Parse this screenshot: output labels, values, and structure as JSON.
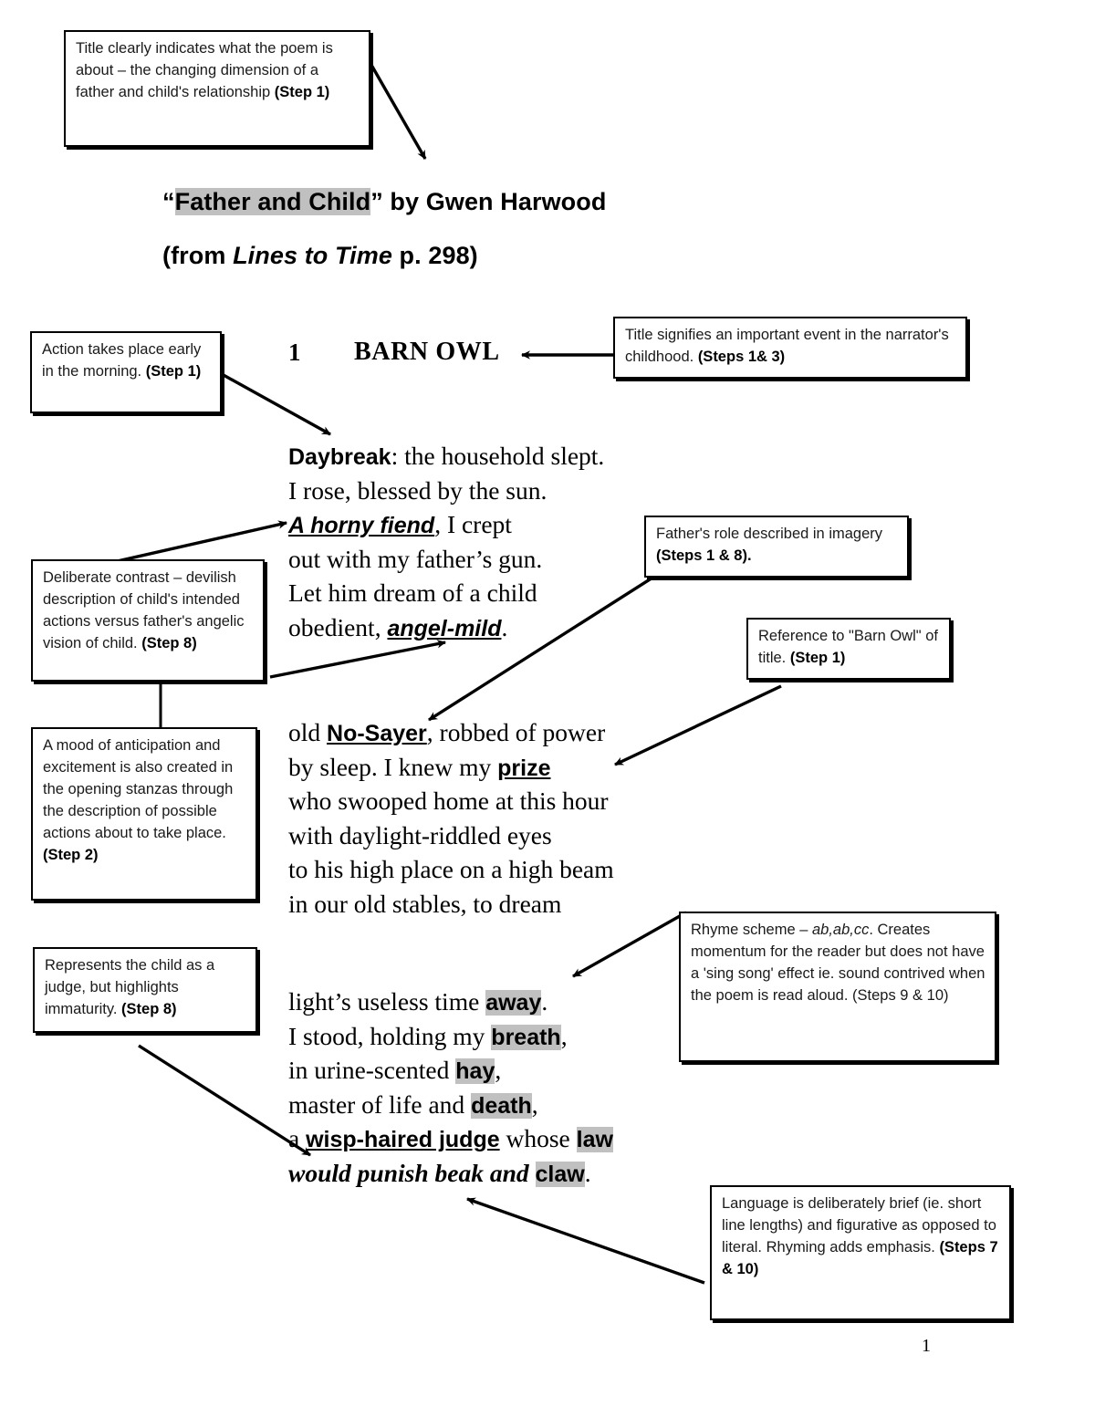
{
  "document": {
    "page_number": "1",
    "title_line": {
      "quote_open": "“",
      "highlighted_title": "Father and Child",
      "quote_close": "”",
      "rest": " by Gwen Harwood"
    },
    "source_line": {
      "prefix": "(from ",
      "book_italic": "Lines to Time",
      "suffix": " p. 298)"
    },
    "section": {
      "number": "1",
      "title": "BARN OWL"
    }
  },
  "poem": {
    "stanza1": [
      [
        {
          "t": "Daybreak",
          "s": "sb"
        },
        {
          "t": ": the household slept.",
          "s": "plain"
        }
      ],
      [
        {
          "t": "I rose, blessed by the sun.",
          "s": "plain"
        }
      ],
      [
        {
          "t": "A horny fiend",
          "s": "sbiu"
        },
        {
          "t": ", I crept",
          "s": "plain"
        }
      ],
      [
        {
          "t": "out with my father’s gun.",
          "s": "plain"
        }
      ],
      [
        {
          "t": "Let him dream of a child",
          "s": "plain"
        }
      ],
      [
        {
          "t": "obedient, ",
          "s": "plain"
        },
        {
          "t": "angel-mild",
          "s": "sbiu"
        },
        {
          "t": ".",
          "s": "plain"
        }
      ]
    ],
    "stanza2": [
      [
        {
          "t": "old ",
          "s": "plain"
        },
        {
          "t": "No-Sayer",
          "s": "sbu"
        },
        {
          "t": ", robbed of power",
          "s": "plain"
        }
      ],
      [
        {
          "t": "by sleep.  I knew my ",
          "s": "plain"
        },
        {
          "t": "prize",
          "s": "sbu"
        }
      ],
      [
        {
          "t": "who swooped home at this hour",
          "s": "plain"
        }
      ],
      [
        {
          "t": "with daylight-riddled eyes",
          "s": "plain"
        }
      ],
      [
        {
          "t": "to his high place on a high beam",
          "s": "plain"
        }
      ],
      [
        {
          "t": "in our old stables, to dream",
          "s": "plain"
        }
      ]
    ],
    "stanza3": [
      [
        {
          "t": "light’s useless time ",
          "s": "plain"
        },
        {
          "t": "away",
          "s": "sb",
          "hl": true
        },
        {
          "t": ".",
          "s": "plain"
        }
      ],
      [
        {
          "t": "I stood, holding my ",
          "s": "plain"
        },
        {
          "t": "breath",
          "s": "sb",
          "hl": true
        },
        {
          "t": ",",
          "s": "plain"
        }
      ],
      [
        {
          "t": "in urine-scented ",
          "s": "plain"
        },
        {
          "t": "hay",
          "s": "sb",
          "hl": true
        },
        {
          "t": ",",
          "s": "plain"
        }
      ],
      [
        {
          "t": "master of life and ",
          "s": "plain"
        },
        {
          "t": "death",
          "s": "sb",
          "hl": true
        },
        {
          "t": ",",
          "s": "plain"
        }
      ],
      [
        {
          "t": "a ",
          "s": "plain"
        },
        {
          "t": "wisp-haired judge",
          "s": "sbu"
        },
        {
          "t": " whose ",
          "s": "plain"
        },
        {
          "t": "law",
          "s": "sb",
          "hl": true
        }
      ],
      [
        {
          "t": "would punish beak and ",
          "s": "serif-bi"
        },
        {
          "t": "claw",
          "s": "sb",
          "hl": true
        },
        {
          "t": ".",
          "s": "plain"
        }
      ]
    ]
  },
  "annotations": [
    {
      "id": "title-note",
      "name": "annotation-title-meaning",
      "text": "Title clearly indicates what the poem is about – the changing dimension of a father and child's relationship ",
      "bold_tail": "(Step 1)"
    },
    {
      "id": "morning-note",
      "name": "annotation-time-of-action",
      "text": "Action takes place early in the morning.  ",
      "bold_tail": "(Step 1)"
    },
    {
      "id": "barnowl-note",
      "name": "annotation-section-title-significance",
      "text": "Title signifies an important event in the narrator's childhood. ",
      "bold_tail": "(Steps 1",
      "clipped_tail": "& 3)"
    },
    {
      "id": "contrast-note",
      "name": "annotation-deliberate-contrast",
      "text": "Deliberate contrast – devilish description of child's intended actions versus father's angelic vision of child. ",
      "bold_tail": "(Step 8)"
    },
    {
      "id": "mood-note",
      "name": "annotation-mood-of-anticipation",
      "text": "A mood of anticipation and excitement is also created in the opening stanzas through the description of possible actions about to take place.  ",
      "bold_tail": "(Step 2)"
    },
    {
      "id": "fathers-role-note",
      "name": "annotation-fathers-role-imagery",
      "text": "Father's role described in imagery ",
      "bold_tail": "(Steps 1 & 8)."
    },
    {
      "id": "barn-owl-ref-note",
      "name": "annotation-barn-owl-reference",
      "text": "Reference to \"Barn Owl\" of title. ",
      "bold_tail": "(Step 1)"
    },
    {
      "id": "judge-note",
      "name": "annotation-child-as-judge",
      "text": "Represents the child as a judge, but highlights immaturity. ",
      "bold_tail": "(Step 8)"
    },
    {
      "id": "rhyme-note",
      "name": "annotation-rhyme-scheme",
      "prefix": "Rhyme scheme – ",
      "italic_part": "ab,ab,cc",
      "text": ". Creates momentum for the reader but does not have a 'sing song' effect ie. sound contrived when the poem is read aloud. (Steps 9 & 10)"
    },
    {
      "id": "language-note",
      "name": "annotation-brief-language",
      "text": "Language is deliberately brief (ie. short line lengths) and figurative as opposed to literal. Rhyming adds emphasis. ",
      "bold_tail": "(Steps 7 & 10)"
    }
  ]
}
